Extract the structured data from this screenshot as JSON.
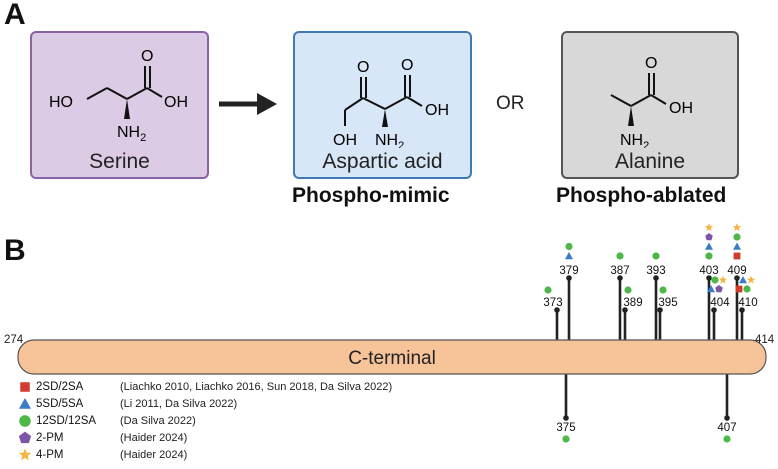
{
  "panel_a": {
    "letter": "A",
    "serine": {
      "name": "Serine",
      "atoms": {
        "ho": "HO",
        "oh": "OH",
        "o": "O",
        "nh2": "NH2"
      }
    },
    "aspartic": {
      "name": "Aspartic acid",
      "atoms": {
        "o1": "O",
        "o2": "O",
        "oh1": "OH",
        "oh2": "OH",
        "nh2": "NH2"
      }
    },
    "alanine": {
      "name": "Alanine",
      "atoms": {
        "o": "O",
        "oh": "OH",
        "nh2": "NH2"
      }
    },
    "or_text": "OR",
    "mimic_caption": "Phospho-mimic",
    "ablated_caption": "Phospho-ablated",
    "colors": {
      "serine_fill": "#dccbe4",
      "serine_border": "#8a63a6",
      "asp_fill": "#d7e7f7",
      "asp_border": "#3f79b8",
      "ala_fill": "#d8d8d8",
      "ala_border": "#555555"
    }
  },
  "panel_b": {
    "letter": "B",
    "start": "274",
    "end": "414",
    "domain_label": "C-terminal",
    "domain_color": "#f7c49a",
    "sites": [
      {
        "pos": "373",
        "dir": "up",
        "markers": [
          "circle"
        ]
      },
      {
        "pos": "375",
        "dir": "down",
        "markers": [
          "circle"
        ]
      },
      {
        "pos": "379",
        "dir": "up",
        "markers": [
          "triangle",
          "circle"
        ]
      },
      {
        "pos": "387",
        "dir": "up",
        "markers": [
          "circle"
        ]
      },
      {
        "pos": "389",
        "dir": "up",
        "markers": [
          "circle"
        ]
      },
      {
        "pos": "393",
        "dir": "up",
        "markers": [
          "circle"
        ]
      },
      {
        "pos": "395",
        "dir": "up",
        "markers": [
          "circle"
        ]
      },
      {
        "pos": "403",
        "dir": "up",
        "markers": [
          "circle",
          "triangle",
          "pentagon",
          "star"
        ]
      },
      {
        "pos": "404",
        "dir": "up",
        "markers": [
          "triangle",
          "pentagon",
          "circle",
          "star"
        ]
      },
      {
        "pos": "407",
        "dir": "down",
        "markers": [
          "circle"
        ]
      },
      {
        "pos": "409",
        "dir": "up",
        "markers": [
          "square",
          "triangle",
          "circle",
          "star"
        ]
      },
      {
        "pos": "410",
        "dir": "up",
        "markers": [
          "square",
          "circle",
          "triangle",
          "star"
        ]
      }
    ],
    "legend": [
      {
        "symbol": "square",
        "label": "2SD/2SA",
        "refs": "(Liachko 2010, Liachko 2016, Sun 2018, Da Silva 2022)"
      },
      {
        "symbol": "triangle",
        "label": "5SD/5SA",
        "refs": "(Li 2011, Da Silva 2022)"
      },
      {
        "symbol": "circle",
        "label": "12SD/12SA",
        "refs": "(Da Silva 2022)"
      },
      {
        "symbol": "pentagon",
        "label": "2-PM",
        "refs": "(Haider 2024)"
      },
      {
        "symbol": "star",
        "label": "4-PM",
        "refs": "(Haider 2024)"
      }
    ],
    "marker_colors": {
      "square": "#d13b2e",
      "triangle": "#3a7bc8",
      "circle": "#4db848",
      "pentagon": "#7b55a8",
      "star": "#f4b640"
    }
  }
}
